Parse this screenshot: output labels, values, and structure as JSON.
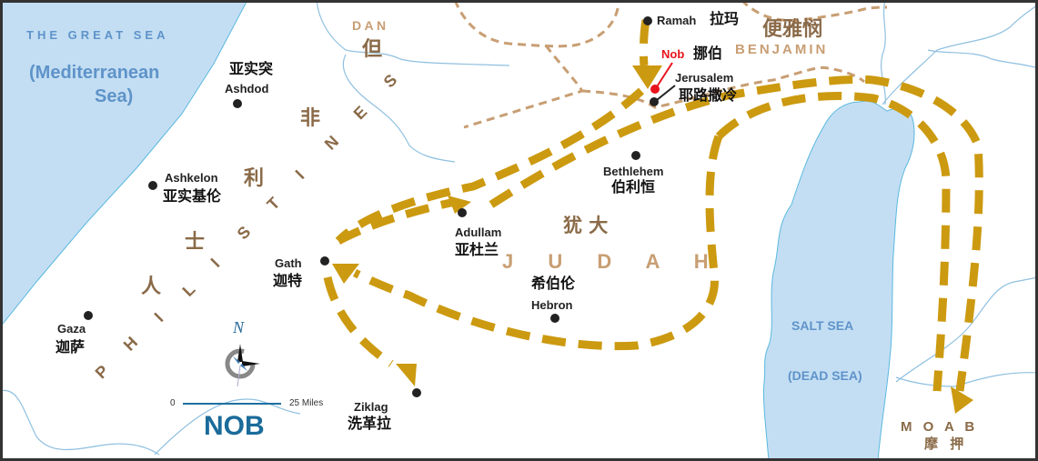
{
  "map": {
    "title": "NOB",
    "scale": {
      "start": "0",
      "end": "25 Miles"
    },
    "compass": {
      "label": "N"
    },
    "colors": {
      "sea": "#c3def3",
      "route": "#cc9a10",
      "border": "#c89e73",
      "river": "#8fc0e0",
      "nob": "#e8141c",
      "frame": "#333333"
    },
    "seas": {
      "great_sea": "THE GREAT SEA",
      "mediterranean_1": "(Mediterranean",
      "mediterranean_2": "Sea)",
      "salt_sea": "SALT SEA",
      "dead_sea": "(DEAD SEA)"
    },
    "regions": {
      "dan_en": "D A N",
      "dan_zh": "但",
      "benjamin_en": "BENJAMIN",
      "benjamin_zh": "便雅悯",
      "judah_en": "J U D A H",
      "judah_zh": "犹 大",
      "moab_en": "M O A B",
      "moab_zh": "摩 押",
      "philistines_en": [
        "P",
        "H",
        "I",
        "L",
        "I",
        "S",
        "T",
        "I",
        "N",
        "E",
        "S"
      ],
      "philistines_zh": [
        "人",
        "士",
        "利",
        "非"
      ]
    },
    "cities": {
      "ramah": {
        "en": "Ramah",
        "zh": "拉玛"
      },
      "nob": {
        "en": "Nob",
        "zh": "挪伯"
      },
      "jerusalem": {
        "en": "Jerusalem",
        "zh": "耶路撒冷"
      },
      "bethlehem": {
        "en": "Bethlehem",
        "zh": "伯利恒"
      },
      "adullam": {
        "en": "Adullam",
        "zh": "亚杜兰"
      },
      "hebron": {
        "en": "Hebron",
        "zh": "希伯伦"
      },
      "gath": {
        "en": "Gath",
        "zh": "迦特"
      },
      "ziklag": {
        "en": "Ziklag",
        "zh": "洗革拉"
      },
      "ashdod": {
        "en": "Ashdod",
        "zh": "亚实突"
      },
      "ashkelon": {
        "en": "Ashkelon",
        "zh": "亚实基伦"
      },
      "gaza": {
        "en": "Gaza",
        "zh": "迦萨"
      }
    }
  }
}
